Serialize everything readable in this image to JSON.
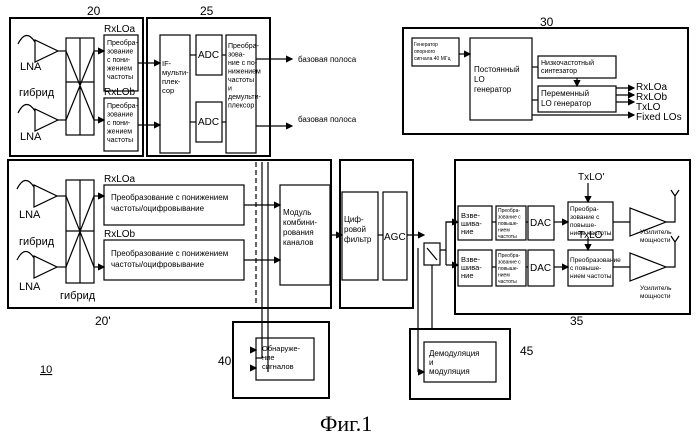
{
  "figure_caption": "Фиг.1",
  "ref": {
    "r10": "10",
    "r20": "20",
    "r20p": "20'",
    "r25": "25",
    "r30": "30",
    "r35": "35",
    "r40": "40",
    "r45": "45"
  },
  "block20": {
    "lna": "LNA",
    "hybrid": "гибрид",
    "rxloa": "RxLOa",
    "rxlob": "RxLOb",
    "downconv_lines": [
      "Преобра-",
      "зование",
      "с пони-",
      "жением",
      "частоты"
    ]
  },
  "block25": {
    "if_mux_lines": [
      "IF-",
      "мульти-",
      "плек-",
      "сор"
    ],
    "adc": "ADC",
    "conv_demux_lines": [
      "Преобра-",
      "зова-",
      "ние с по-",
      "нижением",
      "частоты",
      "и",
      "демульти-",
      "плексор"
    ],
    "baseband": "базовая полоса"
  },
  "block30": {
    "ref_gen_lines": [
      "Генератор",
      "опорного",
      "сигнала 40 МГц"
    ],
    "const_lo_lines": [
      "Постоянный",
      "LO",
      "генератор"
    ],
    "lowfreq_synth_lines": [
      "Низкочастотный",
      "синтезатор"
    ],
    "var_lo_lines": [
      "Переменный",
      "LO генератор"
    ],
    "outputs": [
      "RxLOa",
      "RxLOb",
      "TxLO",
      "Fixed LOs"
    ]
  },
  "block20p": {
    "lna": "LNA",
    "hybrid": "гибрид",
    "rxloa": "RxLOa",
    "rxlob": "RxLOb",
    "downconv_digitize_lines": [
      "Преобразование с понижением",
      "частоты/оцифровывание"
    ],
    "channel_combine_lines": [
      "Модуль",
      "комбини-",
      "рования",
      "каналов"
    ]
  },
  "digital_filter_lines": [
    "Циф-",
    "ровой",
    "фильтр"
  ],
  "agc": "AGC",
  "block35": {
    "weighting_lines": [
      "Взве-",
      "шива-",
      "ние"
    ],
    "conv_small_lines": [
      "Преобра-",
      "зование с",
      "повыше-",
      "нием",
      "частоты"
    ],
    "dac": "DAC",
    "txlo_top": "TxLO'",
    "txlo_bottom": "TxLO",
    "upconv_lines": [
      "Преобра-",
      "зование с",
      "повыше-",
      "нием частоты"
    ],
    "upconv2_lines": [
      "Преобразование",
      "с повыше-",
      "нием частоты"
    ],
    "pa_lines": [
      "Усилитель",
      "мощности"
    ]
  },
  "block40": {
    "detect_lines": [
      "Обнаруже-",
      "ние",
      "сигналов"
    ]
  },
  "block45": {
    "demod_lines": [
      "Демодуляция",
      "и",
      "модуляция"
    ]
  }
}
